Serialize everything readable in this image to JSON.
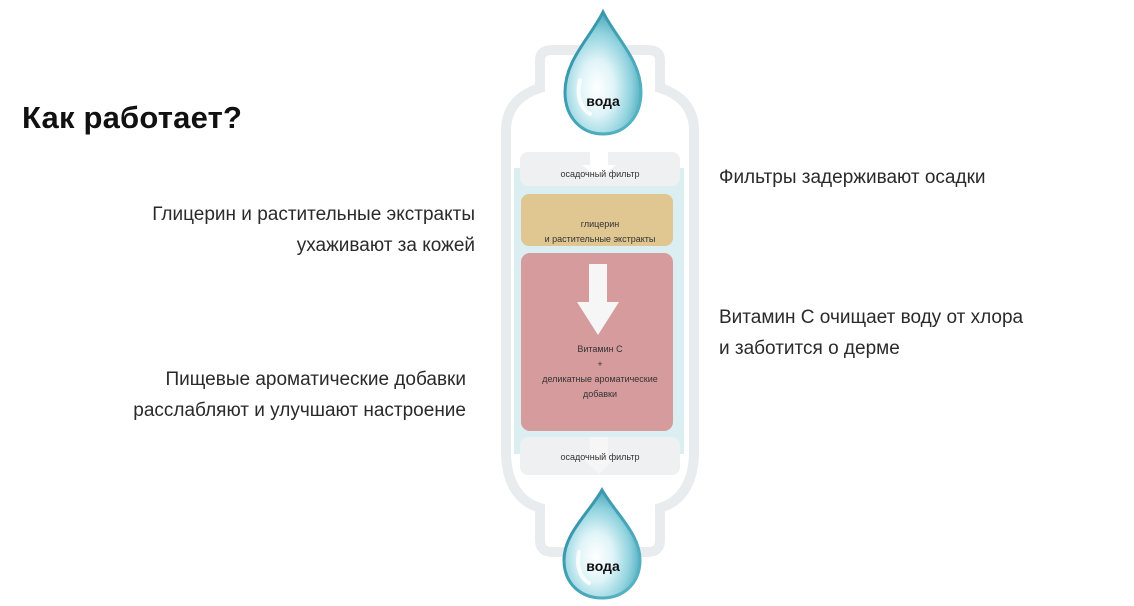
{
  "heading": "Как работает?",
  "left_texts": [
    {
      "lines": [
        "Глицерин и растительные экстракты",
        "ухаживают за кожей"
      ]
    },
    {
      "lines": [
        "Пищевые ароматические добавки",
        "расслабляют и улучшают настроение"
      ]
    }
  ],
  "right_texts": [
    {
      "lines": [
        "Фильтры задерживают осадки"
      ]
    },
    {
      "lines": [
        "Витамин С очищает воду от хлора",
        "и заботится о дерме"
      ]
    }
  ],
  "diagram": {
    "drop_top_label": "вода",
    "drop_bottom_label": "вода",
    "layers": {
      "sediment_top": [
        "осадочный фильтр"
      ],
      "glycerin": [
        "глицерин",
        "и растительные экстракты"
      ],
      "vitamin": [
        "Витамин С",
        "+",
        "деликатные ароматические",
        "добавки"
      ],
      "sediment_bottom": [
        "осадочный фильтр"
      ]
    },
    "colors": {
      "glycerin": "#e0c690",
      "vitamin": "#d69b9d",
      "sediment": "#eef0f1",
      "inner_band": "#dbeef1",
      "water_drop": "#5fb8c8",
      "arrow": "#ffffff"
    }
  }
}
